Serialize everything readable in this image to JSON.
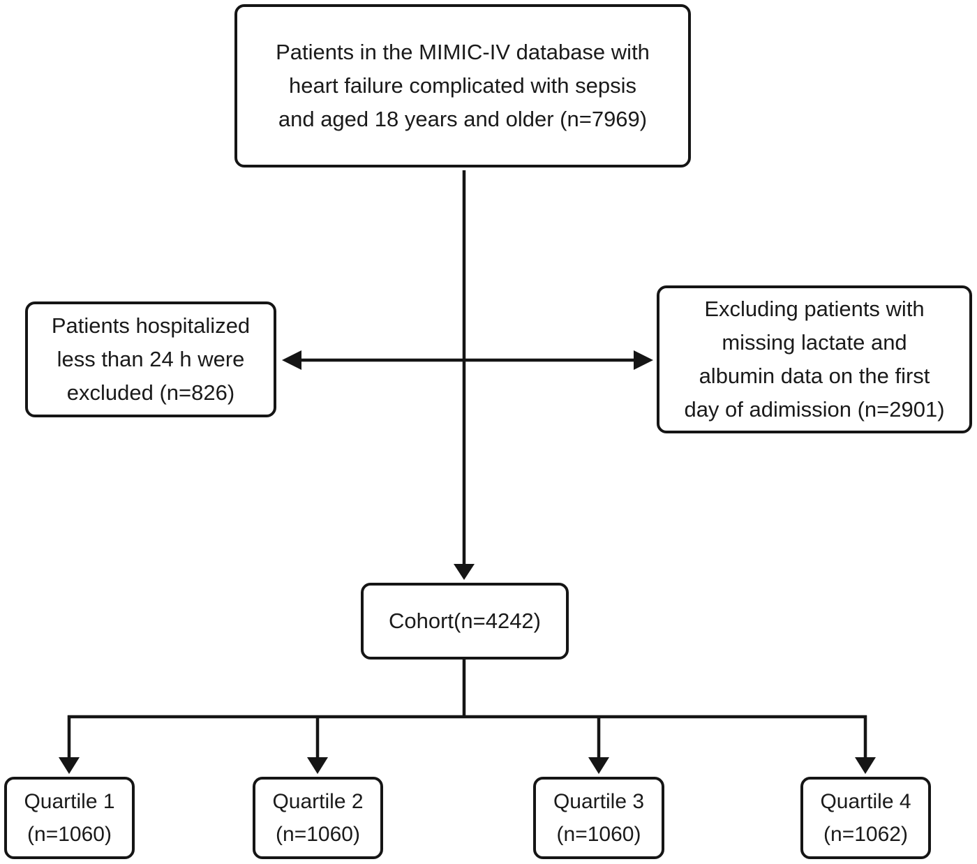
{
  "figure": {
    "type": "flowchart",
    "background_color": "#ffffff",
    "line_color": "#151515",
    "text_color": "#1a1a1a",
    "nodes": {
      "source": {
        "lines": [
          "Patients in the MIMIC-IV database with",
          "heart failure complicated with sepsis",
          "and aged 18 years and older (n=7969)"
        ]
      },
      "excluded_short_stay": {
        "lines": [
          "Patients hospitalized",
          "less than 24 h were",
          "excluded (n=826)"
        ]
      },
      "excluded_missing_data": {
        "lines": [
          "Excluding patients with",
          "missing lactate and",
          "albumin data on the first",
          "day of adimission (n=2901)"
        ]
      },
      "cohort": {
        "lines": [
          "Cohort(n=4242)"
        ]
      },
      "quartile1": {
        "lines": [
          "Quartile 1",
          "(n=1060)"
        ]
      },
      "quartile2": {
        "lines": [
          "Quartile 2",
          "(n=1060)"
        ]
      },
      "quartile3": {
        "lines": [
          "Quartile 3",
          "(n=1060)"
        ]
      },
      "quartile4": {
        "lines": [
          "Quartile 4",
          "(n=1062)"
        ]
      }
    }
  }
}
